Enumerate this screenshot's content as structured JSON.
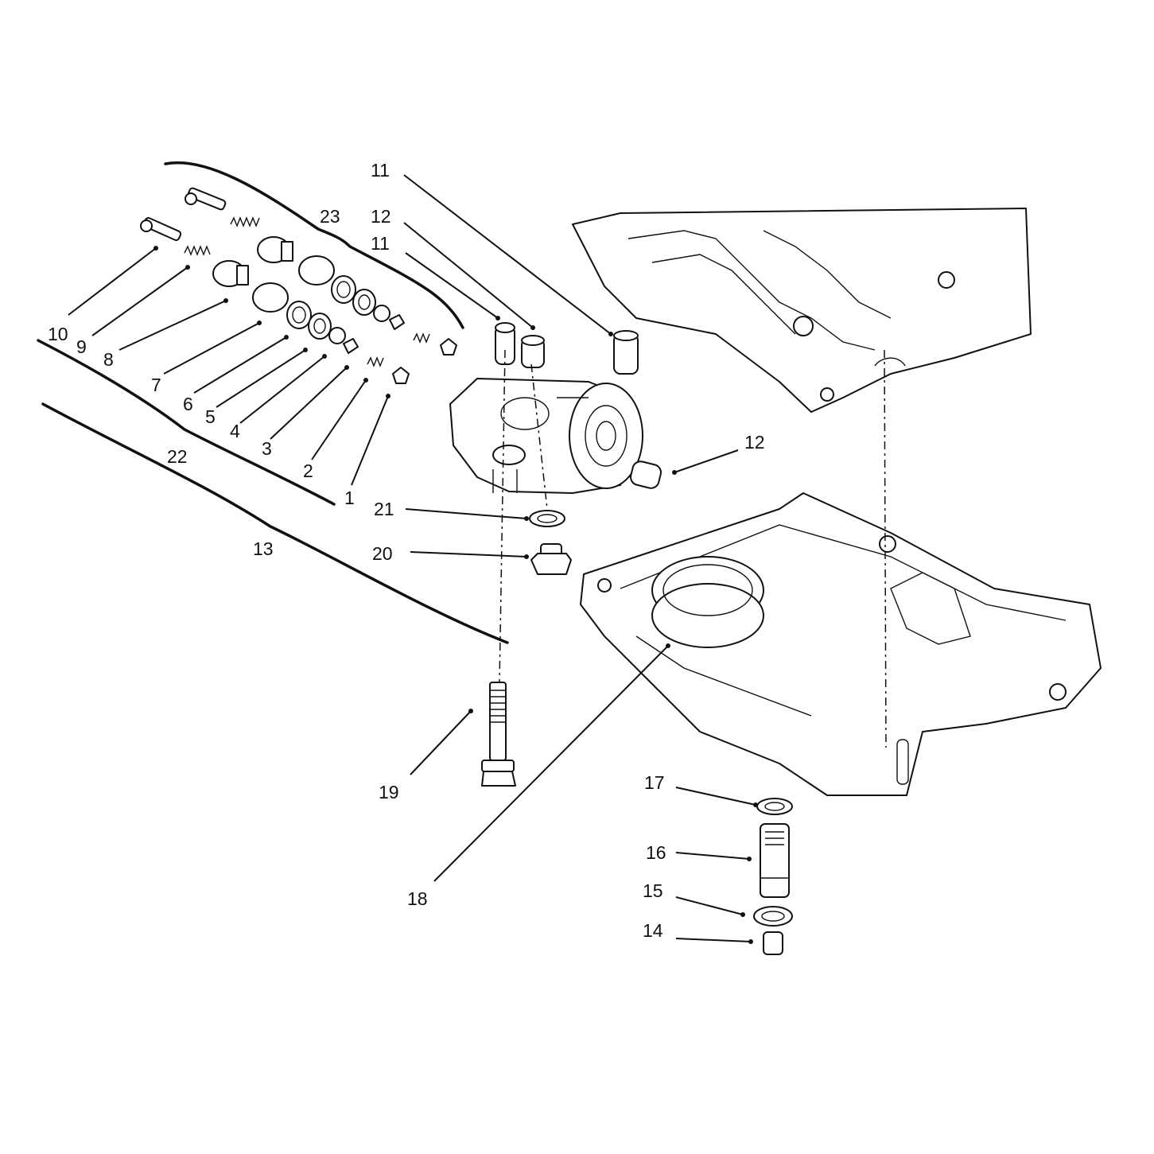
{
  "callouts": {
    "c1": "1",
    "c2": "2",
    "c3": "3",
    "c4": "4",
    "c5": "5",
    "c6": "6",
    "c7": "7",
    "c8": "8",
    "c9": "9",
    "c10": "10",
    "c11a": "11",
    "c11b": "11",
    "c12a": "12",
    "c12b": "12",
    "c13": "13",
    "c14": "14",
    "c15": "15",
    "c16": "16",
    "c17": "17",
    "c18": "18",
    "c19": "19",
    "c20": "20",
    "c21": "21",
    "c22": "22",
    "c23": "23"
  }
}
